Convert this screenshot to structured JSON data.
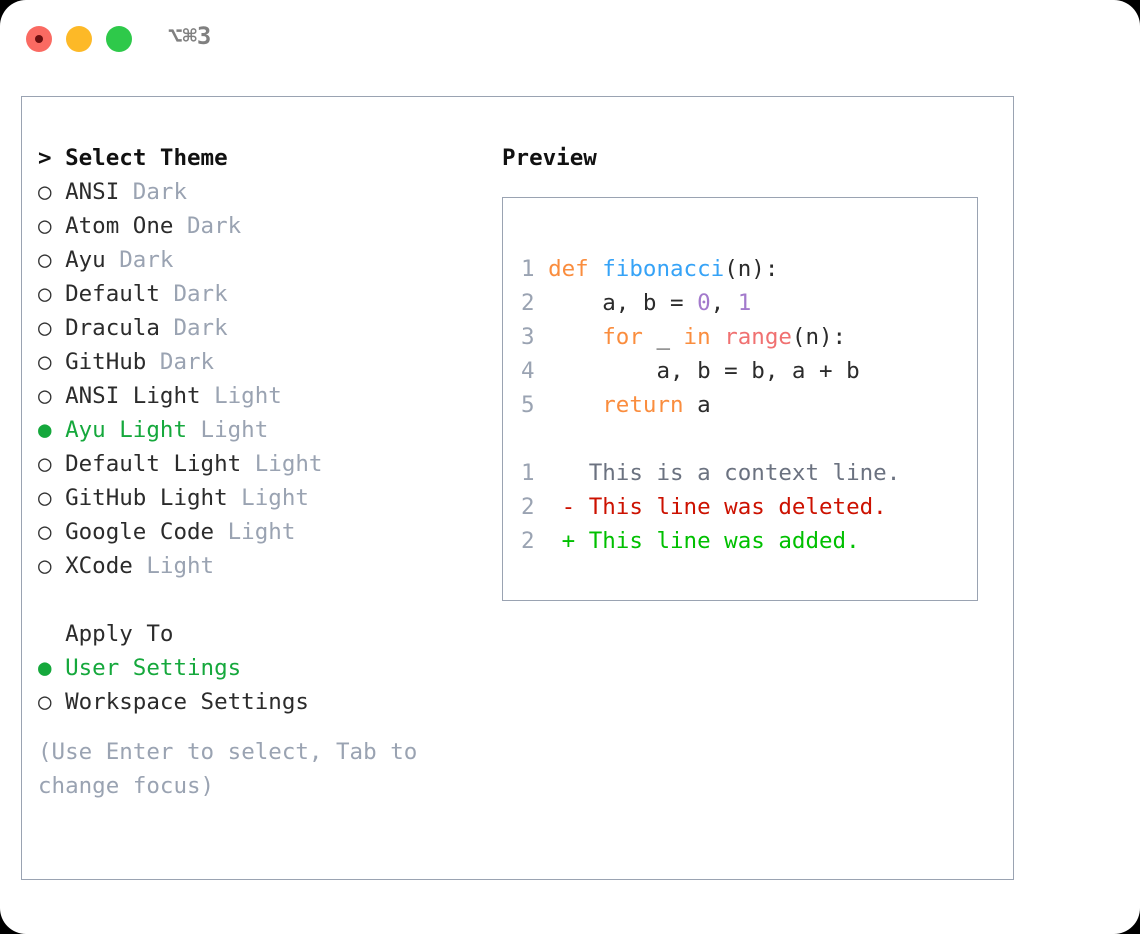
{
  "titlebar": {
    "shortcut": "⌥⌘3",
    "lights": [
      "close-red",
      "minimize-amber",
      "zoom-green"
    ]
  },
  "theme_panel": {
    "header": "Select Theme",
    "header_prefix": "> ",
    "items": [
      {
        "name": "ANSI",
        "tag": "Dark",
        "selected": false,
        "bullet": "○"
      },
      {
        "name": "Atom One",
        "tag": "Dark",
        "selected": false,
        "bullet": "○"
      },
      {
        "name": "Ayu",
        "tag": "Dark",
        "selected": false,
        "bullet": "○"
      },
      {
        "name": "Default",
        "tag": "Dark",
        "selected": false,
        "bullet": "○"
      },
      {
        "name": "Dracula",
        "tag": "Dark",
        "selected": false,
        "bullet": "○"
      },
      {
        "name": "GitHub",
        "tag": "Dark",
        "selected": false,
        "bullet": "○"
      },
      {
        "name": "ANSI Light",
        "tag": "Light",
        "selected": false,
        "bullet": "○"
      },
      {
        "name": "Ayu Light",
        "tag": "Light",
        "selected": true,
        "bullet": "●"
      },
      {
        "name": "Default Light",
        "tag": "Light",
        "selected": false,
        "bullet": "○"
      },
      {
        "name": "GitHub Light",
        "tag": "Light",
        "selected": false,
        "bullet": "○"
      },
      {
        "name": "Google Code",
        "tag": "Light",
        "selected": false,
        "bullet": "○"
      },
      {
        "name": "XCode",
        "tag": "Light",
        "selected": false,
        "bullet": "○"
      }
    ]
  },
  "apply_to": {
    "header": "Apply To",
    "items": [
      {
        "name": "User Settings",
        "selected": true,
        "bullet": "●"
      },
      {
        "name": "Workspace Settings",
        "selected": false,
        "bullet": "○"
      }
    ]
  },
  "hint": "(Use Enter to select, Tab to change focus)",
  "preview": {
    "title": "Preview",
    "code_lines": [
      {
        "no": "1",
        "tokens": [
          {
            "t": "def",
            "c": "kw"
          },
          {
            "t": " ",
            "c": "punct"
          },
          {
            "t": "fibonacci",
            "c": "fn"
          },
          {
            "t": "(n):",
            "c": "punct"
          }
        ]
      },
      {
        "no": "2",
        "tokens": [
          {
            "t": "    a, b = ",
            "c": "punct"
          },
          {
            "t": "0",
            "c": "num"
          },
          {
            "t": ", ",
            "c": "punct"
          },
          {
            "t": "1",
            "c": "num"
          }
        ]
      },
      {
        "no": "3",
        "tokens": [
          {
            "t": "    ",
            "c": "punct"
          },
          {
            "t": "for",
            "c": "kw"
          },
          {
            "t": " _ ",
            "c": "punct"
          },
          {
            "t": "in",
            "c": "kw"
          },
          {
            "t": " ",
            "c": "punct"
          },
          {
            "t": "range",
            "c": "built"
          },
          {
            "t": "(n):",
            "c": "punct"
          }
        ]
      },
      {
        "no": "4",
        "tokens": [
          {
            "t": "        a, b = b, a + b",
            "c": "punct"
          }
        ]
      },
      {
        "no": "5",
        "tokens": [
          {
            "t": "    ",
            "c": "punct"
          },
          {
            "t": "return",
            "c": "kw"
          },
          {
            "t": " a",
            "c": "punct"
          }
        ]
      }
    ],
    "diff_lines": [
      {
        "no": "1",
        "marker": "  ",
        "text": "This is a context line.",
        "kind": "ctx"
      },
      {
        "no": "2",
        "marker": "- ",
        "text": "This line was deleted.",
        "kind": "del"
      },
      {
        "no": "2",
        "marker": "+ ",
        "text": "This line was added.",
        "kind": "add"
      }
    ]
  },
  "colors": {
    "selected_green": "#15a83c",
    "tag_gray": "#9aa3b2",
    "border": "#9aa3b2",
    "keyword_orange": "#fa8d3e",
    "function_blue": "#36a3f7",
    "number_purple": "#a37acc",
    "builtin_red": "#f07171",
    "diff_delete": "#cc1100",
    "diff_add": "#00c000"
  }
}
